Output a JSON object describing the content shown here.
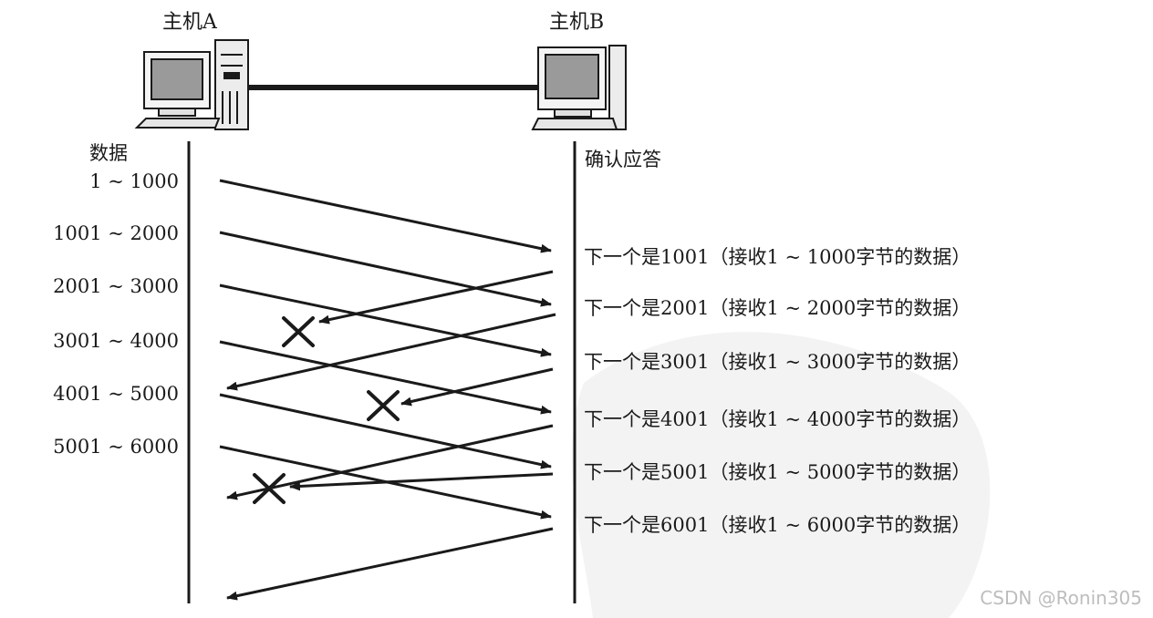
{
  "hosts": {
    "a_label": "主机A",
    "b_label": "主机B"
  },
  "columns": {
    "left_header": "数据",
    "right_header": "确认应答"
  },
  "data_segments": [
    "1 ~ 1000",
    "1001 ~ 2000",
    "2001 ~ 3000",
    "3001 ~ 4000",
    "4001 ~ 5000",
    "5001 ~ 6000"
  ],
  "acks": [
    "下一个是1001（接收1 ~ 1000字节的数据）",
    "下一个是2001（接收1 ~ 2000字节的数据）",
    "下一个是3001（接收1 ~ 3000字节的数据）",
    "下一个是4001（接收1 ~ 4000字节的数据）",
    "下一个是5001（接收1 ~ 5000字节的数据）",
    "下一个是6001（接收1 ~ 6000字节的数据）"
  ],
  "lost_acks": [
    1,
    3,
    5
  ],
  "watermark": "CSDN @Ronin305",
  "colors": {
    "ink": "#1a1a1a",
    "watermark": "#bdbdbd",
    "bg_seal": "#e9e9e9"
  }
}
